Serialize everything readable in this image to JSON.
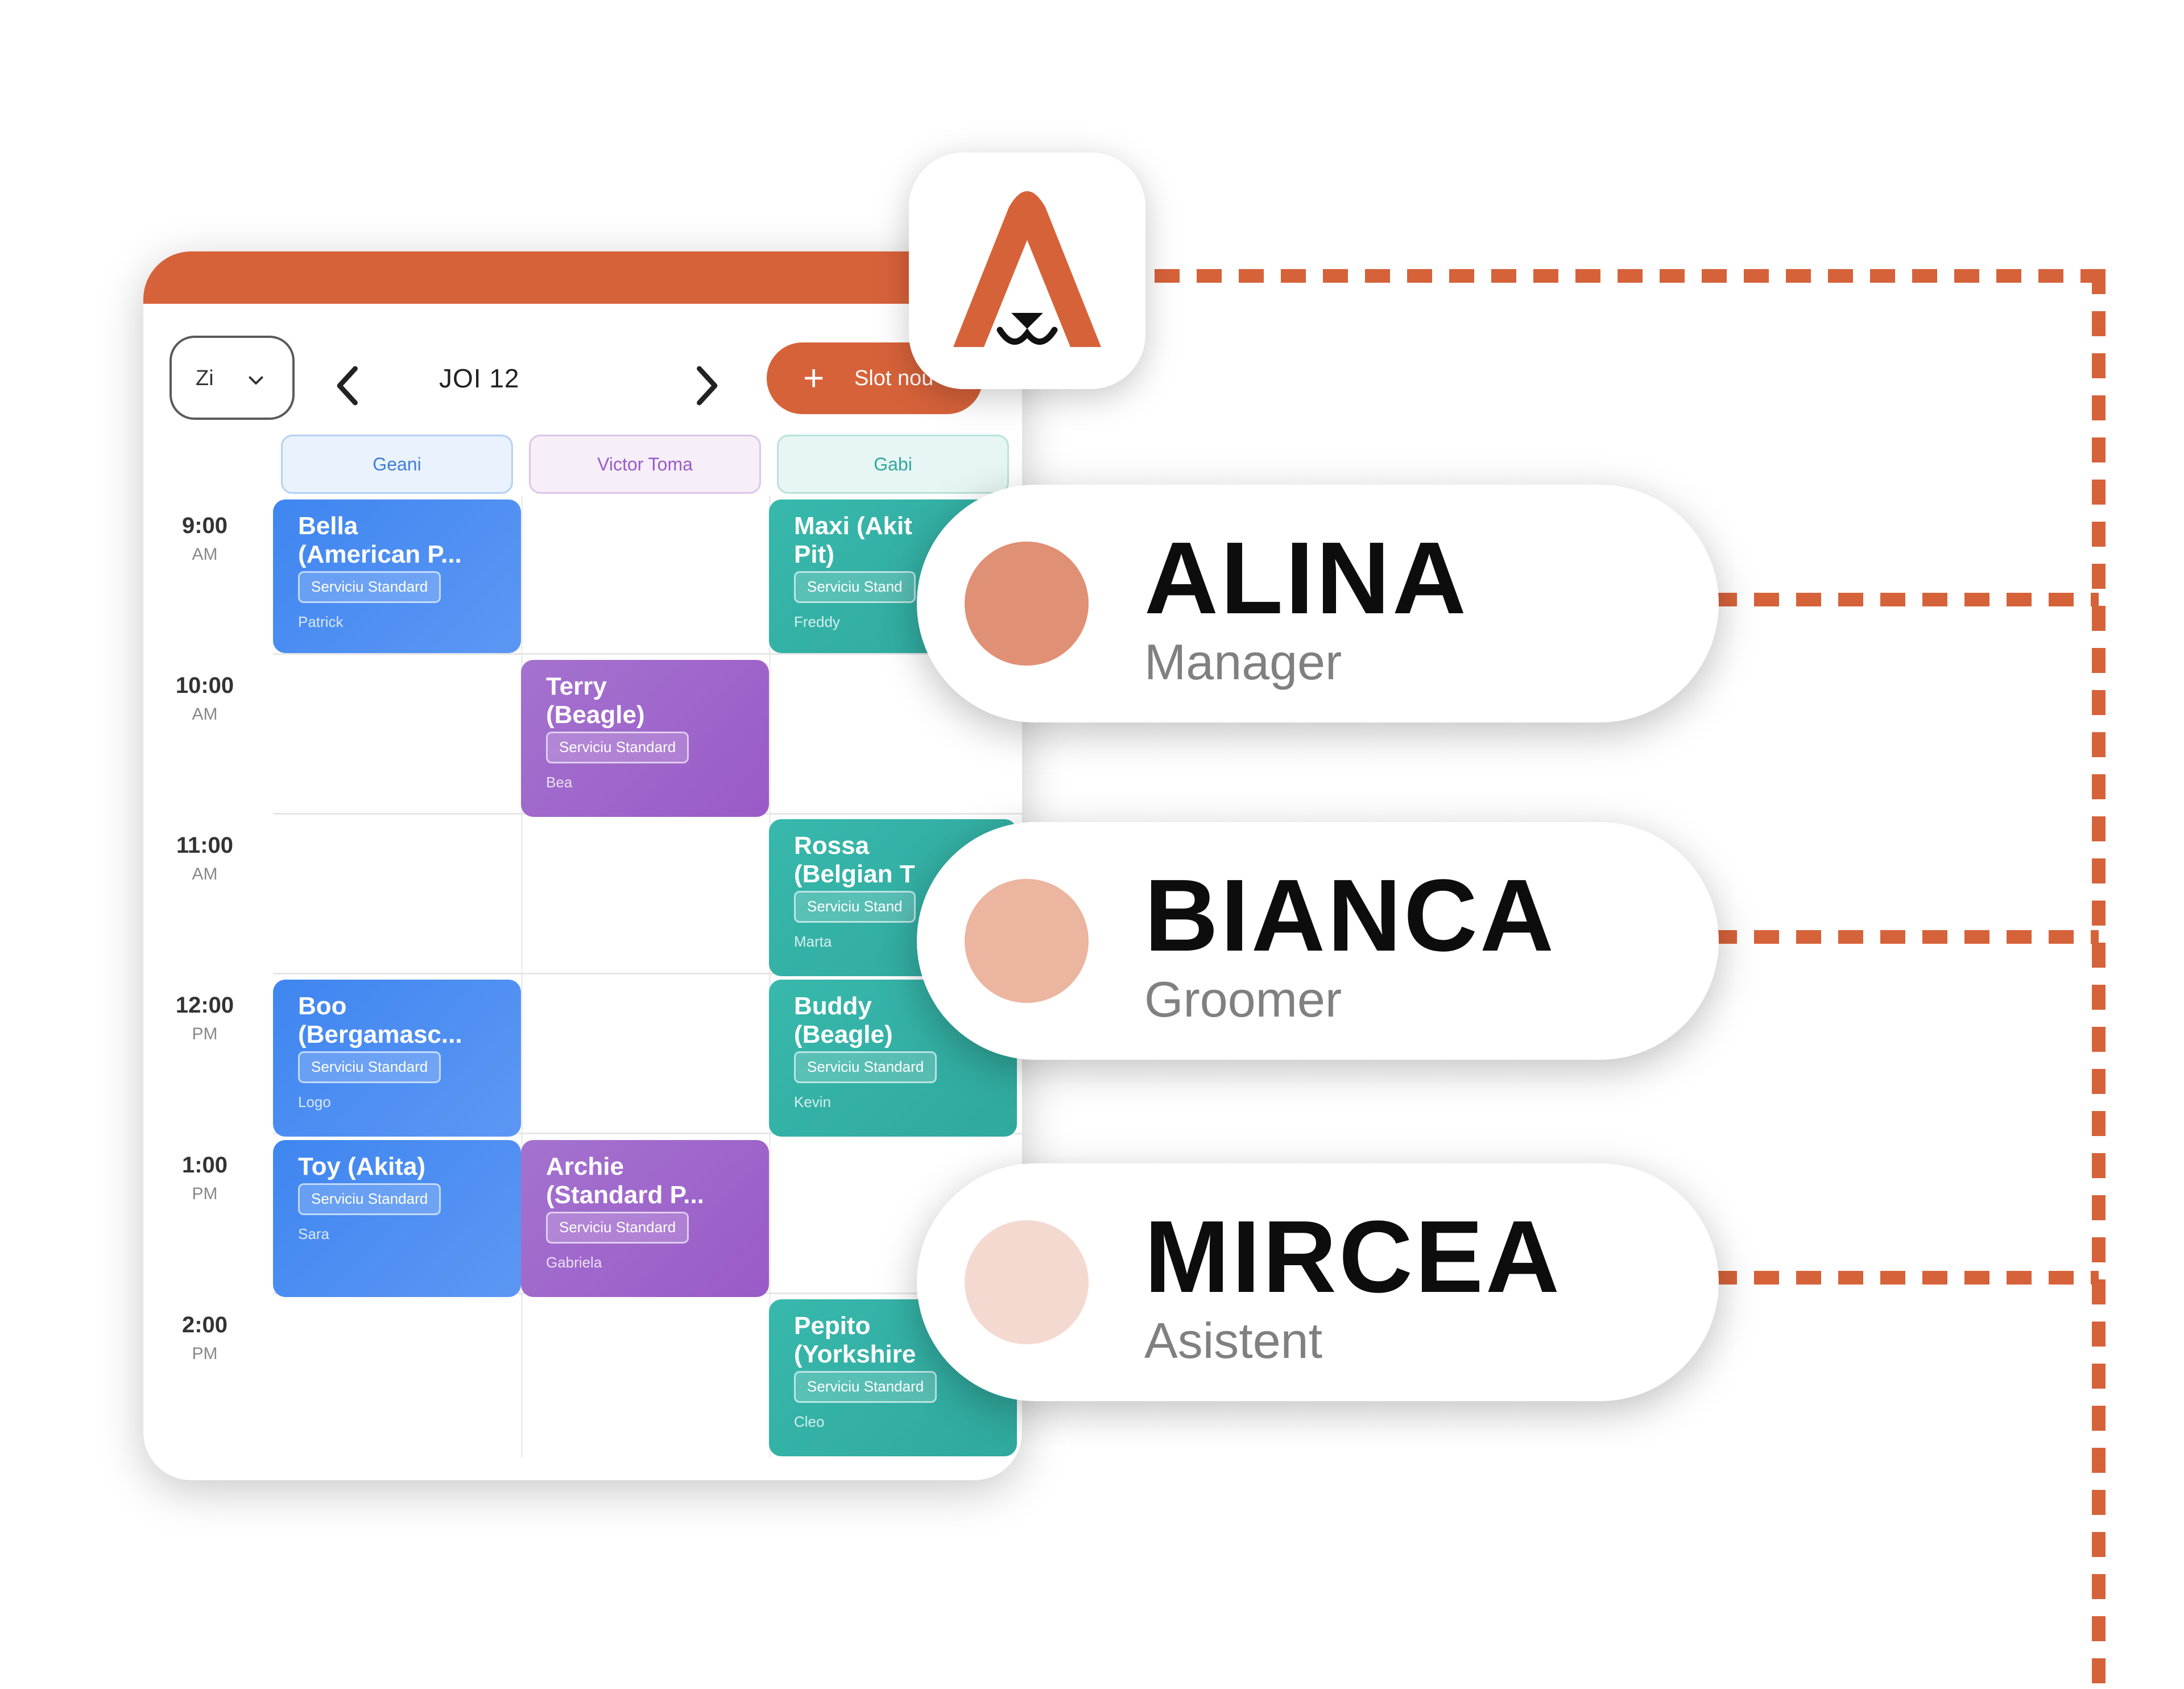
{
  "calendar": {
    "view_select": "Zi",
    "date": "JOI 12",
    "add_button": "Slot nou",
    "columns": [
      "Geani",
      "Victor Toma",
      "Gabi"
    ],
    "times": [
      {
        "h": "9:00",
        "p": "AM"
      },
      {
        "h": "10:00",
        "p": "AM"
      },
      {
        "h": "11:00",
        "p": "AM"
      },
      {
        "h": "12:00",
        "p": "PM"
      },
      {
        "h": "1:00",
        "p": "PM"
      },
      {
        "h": "2:00",
        "p": "PM"
      }
    ],
    "appointments": [
      {
        "title": "Bella\n(American P...",
        "service": "Serviciu Standard",
        "person": "Patrick"
      },
      {
        "title": "Boo\n(Bergamasc...",
        "service": "Serviciu Standard",
        "person": "Logo"
      },
      {
        "title": "Toy (Akita)",
        "service": "Serviciu Standard",
        "person": "Sara"
      },
      {
        "title": "Terry\n(Beagle)",
        "service": "Serviciu Standard",
        "person": "Bea"
      },
      {
        "title": "Archie\n(Standard P...",
        "service": "Serviciu Standard",
        "person": "Gabriela"
      },
      {
        "title": "Maxi (Akit\nPit)",
        "service": "Serviciu Stand",
        "person": "Freddy"
      },
      {
        "title": "Rossa\n(Belgian T",
        "service": "Serviciu Stand",
        "person": "Marta"
      },
      {
        "title": "Buddy\n(Beagle)",
        "service": "Serviciu Standard",
        "person": "Kevin"
      },
      {
        "title": "Pepito\n(Yorkshire",
        "service": "Serviciu Standard",
        "person": "Cleo"
      }
    ]
  },
  "staff": [
    {
      "name": "ALINA",
      "role": "Manager",
      "color": "#e09074"
    },
    {
      "name": "BIANCA",
      "role": "Groomer",
      "color": "#ebb59f"
    },
    {
      "name": "MIRCEA",
      "role": "Asistent",
      "color": "#f4d9d0"
    }
  ],
  "colors": {
    "accent": "#d6623a",
    "blue": "#4a8cf2",
    "purple": "#a066cc",
    "teal": "#34b0a4"
  },
  "icons": [
    "app-logo-icon",
    "chevron-down-icon",
    "chevron-left-icon",
    "chevron-right-icon",
    "plus-icon"
  ]
}
